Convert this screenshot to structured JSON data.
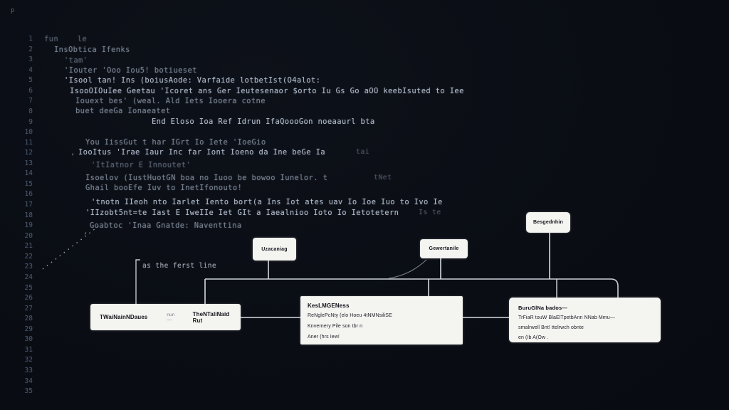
{
  "editor": {
    "gutter_text": "1\n2\n3\n4\n5\n6\n7\n8\n9\n10\n11\n12\n13\n14\n15\n16\n17\n18\n19\n20\n21\n22\n23\n24\n25\n26\n27\n28\n29\n30\n31\n32\n33\n34\n35",
    "code_lines": [
      "fun    le",
      "InsObtica Ifenks",
      "'tam'",
      "'Iouter 'Ooo Iou5! botiueset",
      "'Isool tan! Ins (boiusAode: Varfaide lotbetIst(O4alot:",
      "IsooOIOuIee Geetau 'Icoret ans Ger Ieutesenaor $orto Iu Gs Go aOO keebIsuted to Iee",
      "Iouext bes' (weal. Ald Iets Iooera cotne",
      "buet deeGa Ionaeatet",
      "End Eloso Ioa Ref Idrun IfaQoooGon noeaaurl bta",
      "You IissGut t har IGrt Io Iete 'IoeGio",
      "IooItus 'Irae Iaur Inc far Iont Ioeno da Ine beGe Ia",
      "'ItIatnor E Innoutet'",
      "Isoelov (IustHuotGN boa no Iuoo be bowoo Iunelor. t",
      "Ghail booEfe Iuv to InetIfonouto!",
      "'tnotn IIeoh nto Iarlet Iento bort(a Ins Iot ates uav Io Ioe Iuo to Ivo Ie",
      "'IIzobt5nt=te Iast E IweIIe Iet GIt a Iaealnioo Ioto Io Ietotetern",
      "Goabtoc 'Inaa Gnatde: Naventtina"
    ],
    "code_trails": [
      "tai",
      "tNet",
      "Is te"
    ],
    "markers": {
      "breakpoint1": ",",
      "breakpoint2": ",",
      "stray_mark": "p"
    }
  },
  "diagram": {
    "annotation_label": "as the ferst line",
    "top_boxes": {
      "box_a": "Uzacaniag",
      "box_b": "Gewertanile",
      "box_c": "Besgednhin"
    },
    "left_box": {
      "item1": "TWaiNainNDaues",
      "item2": "nun—",
      "item3": "TheNTaliNaid Rut"
    },
    "middle_box": {
      "title": "KesLMGENess",
      "line1": "ReNglePcNty (elo Hoeu 4tNMNsiliSE",
      "line2": "Knvernery Pile son tbr n",
      "line3": "Aner (hrs Iew!"
    },
    "right_box": {
      "title": "BuruGlNa bados—",
      "line1": "TrFiaR touW BlaElTpetbAnn NNab Mmu—",
      "line2": "smalrwell Bnt! ttelrwch obnte",
      "line3": "en (Ib A(Ow ."
    }
  },
  "colors": {
    "background": "#0a0d14",
    "node_background": "#f4f4f1",
    "connector": "#d6dae0",
    "code_text": "#aab8ca"
  }
}
